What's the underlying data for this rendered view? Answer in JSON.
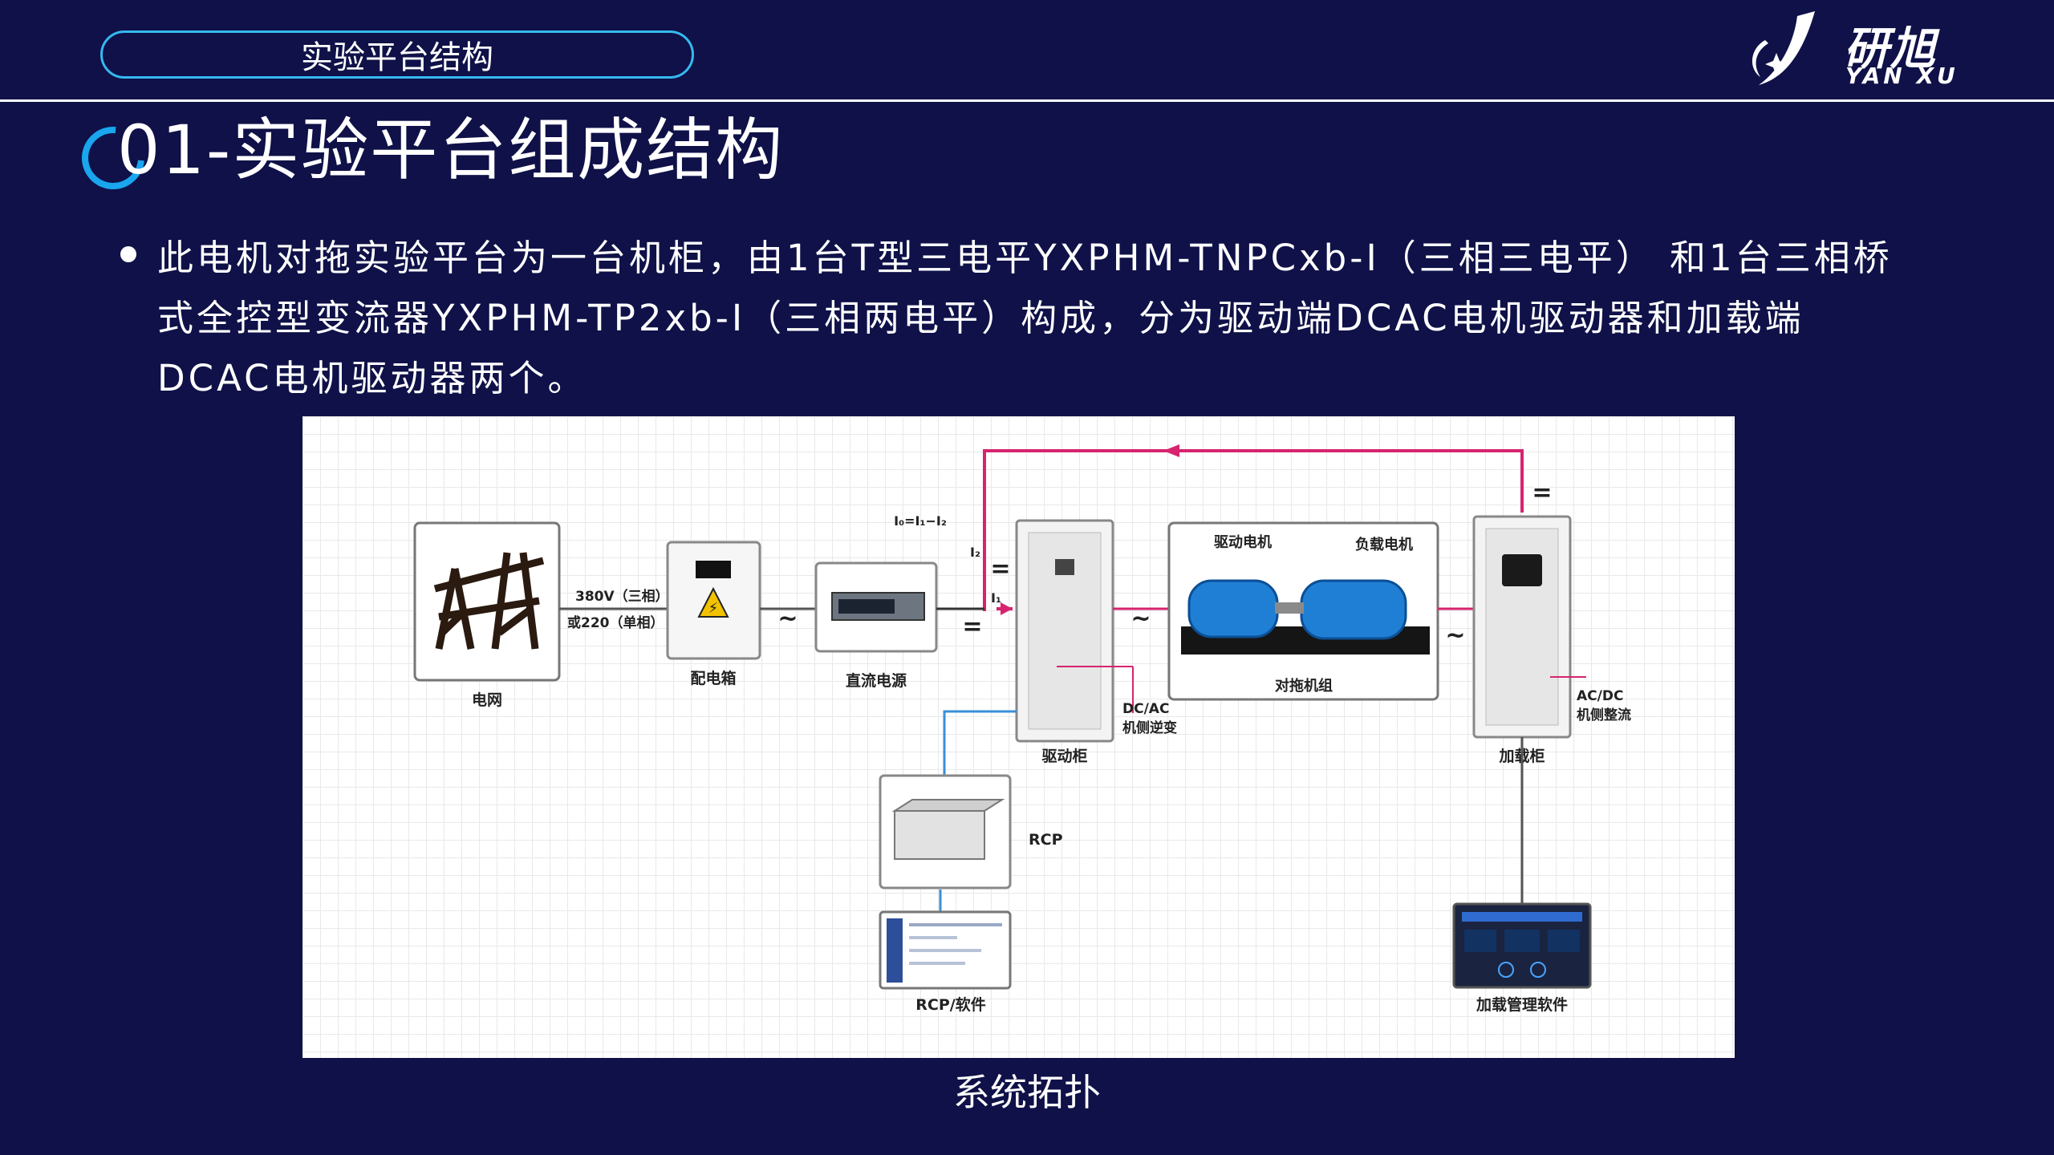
{
  "header": {
    "section_label": "实验平台结构"
  },
  "logo": {
    "cn": "研旭",
    "en": "YAN XU"
  },
  "title": "01-实验平台组成结构",
  "bullet": "此电机对拖实验平台为一台机柜，由1台T型三电平YXPHM-TNPCxb-I（三相三电平） 和1台三相桥式全控型变流器YXPHM-TP2xb-I（三相两电平）构成，分为驱动端DCAC电机驱动器和加载端DCAC电机驱动器两个。",
  "diagram": {
    "grid_label": "电网",
    "voltage_1": "380V（三相）",
    "voltage_2": "或220（单相）",
    "distribution_box": "配电箱",
    "dc_supply": "直流电源",
    "current_eq": "I₀=I₁−I₂",
    "i2": "I₂",
    "i1": "I₁",
    "drive_cabinet": "驱动柜",
    "dcac_1": "DC/AC",
    "dcac_2": "机侧逆变",
    "drive_motor": "驱动电机",
    "load_motor": "负载电机",
    "motor_set": "对拖机组",
    "load_cabinet": "加载柜",
    "acdc_1": "AC/DC",
    "acdc_2": "机侧整流",
    "rcp": "RCP",
    "rcp_software": "RCP/软件",
    "load_software": "加载管理软件",
    "ac_symbol": "~",
    "dc_symbol": "="
  },
  "caption": "系统拓扑",
  "colors": {
    "background": "#0f1148",
    "accent": "#19a6ee",
    "dc_line": "#d6246e",
    "ctrl_line": "#3a8fd8"
  }
}
